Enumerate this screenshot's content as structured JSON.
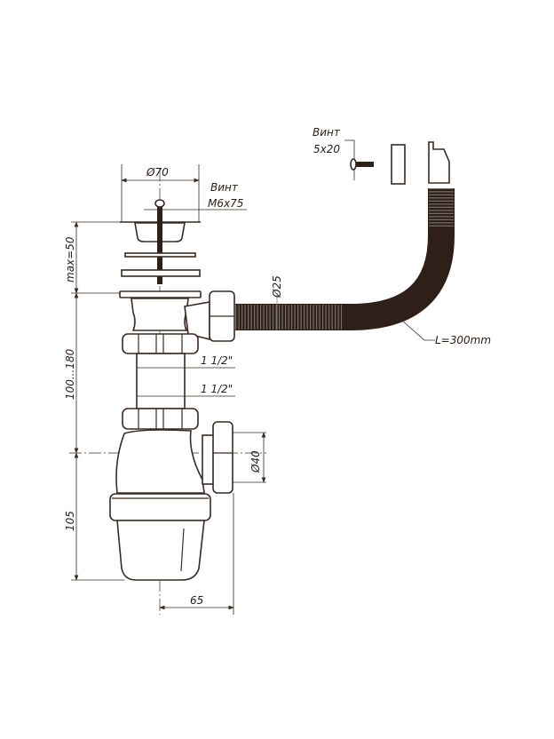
{
  "drawing": {
    "colors": {
      "stroke": "#3a2a22",
      "hose": "#2e1f18"
    },
    "labels": {
      "diameter_top": "Ø70",
      "screw_main_title": "Винт",
      "screw_main_size": "M6x75",
      "screw_small_title": "Винт",
      "screw_small_size": "5x20",
      "hose_diameter": "Ø25",
      "hose_length": "L=300mm",
      "max_height": "max=50",
      "adjust_range": "100...180",
      "thread_1": "1 1/2\"",
      "thread_2": "1 1/2\"",
      "outlet_diameter": "Ø40",
      "trap_height": "105",
      "outlet_offset": "65"
    }
  }
}
